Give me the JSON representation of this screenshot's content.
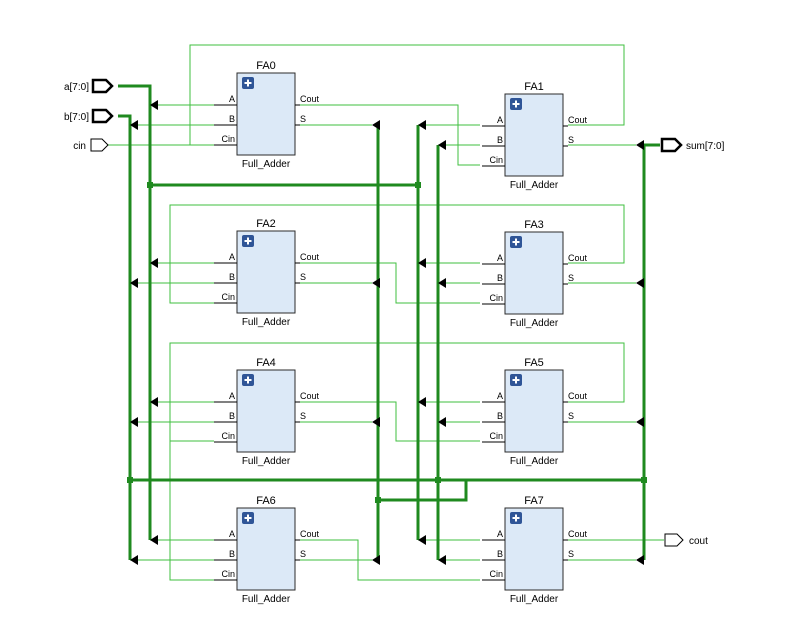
{
  "ports": {
    "a": "a[7:0]",
    "b": "b[7:0]",
    "cin": "cin",
    "sum": "sum[7:0]",
    "cout": "cout"
  },
  "pins": {
    "a": "A",
    "b": "B",
    "cin": "Cin",
    "cout": "Cout",
    "s": "S"
  },
  "module_type": "Full_Adder",
  "adders": [
    "FA0",
    "FA1",
    "FA2",
    "FA3",
    "FA4",
    "FA5",
    "FA6",
    "FA7"
  ],
  "colors": {
    "net": "#3fbf3f",
    "bus": "#1f8a1f",
    "cell_fill": "#dce9f7",
    "badge": "#2f5597"
  },
  "icons": {
    "cell_badge": "plus-icon"
  }
}
